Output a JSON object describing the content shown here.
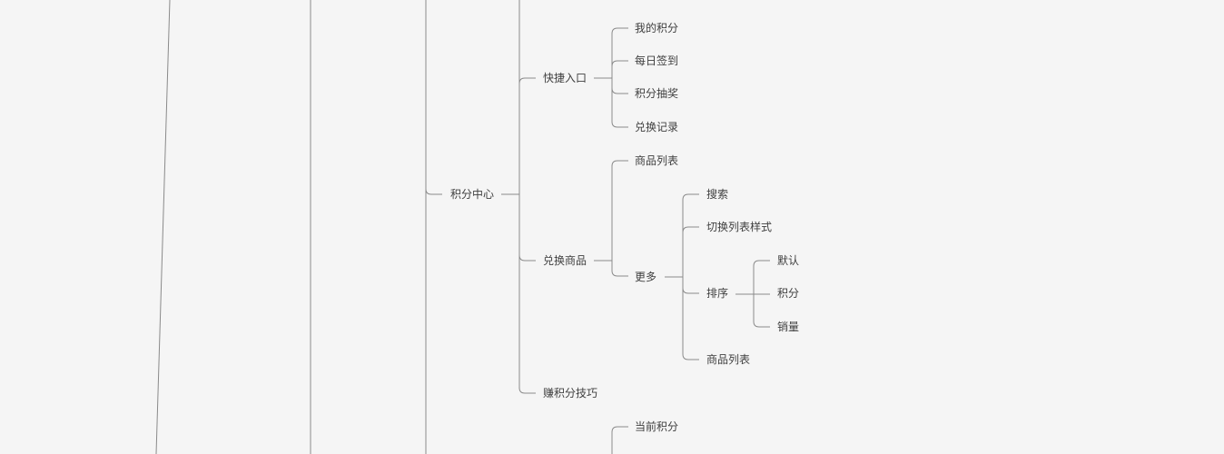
{
  "mindmap": {
    "line_color": "#8a8a8a",
    "text_color": "#3f3f3f",
    "background": "#f5f5f5",
    "nodes": {
      "points_center": "积分中心",
      "quick_entry": "快捷入口",
      "my_points": "我的积分",
      "daily_checkin": "每日签到",
      "points_lottery": "积分抽奖",
      "exchange_record": "兑换记录",
      "exchange_goods": "兑换商品",
      "goods_list": "商品列表",
      "more": "更多",
      "search": "搜索",
      "switch_list_style": "切换列表样式",
      "sort": "排序",
      "sort_default": "默认",
      "sort_points": "积分",
      "sort_sales": "销量",
      "goods_list_2": "商品列表",
      "earn_points_tips": "赚积分技巧",
      "current_points": "当前积分"
    }
  }
}
